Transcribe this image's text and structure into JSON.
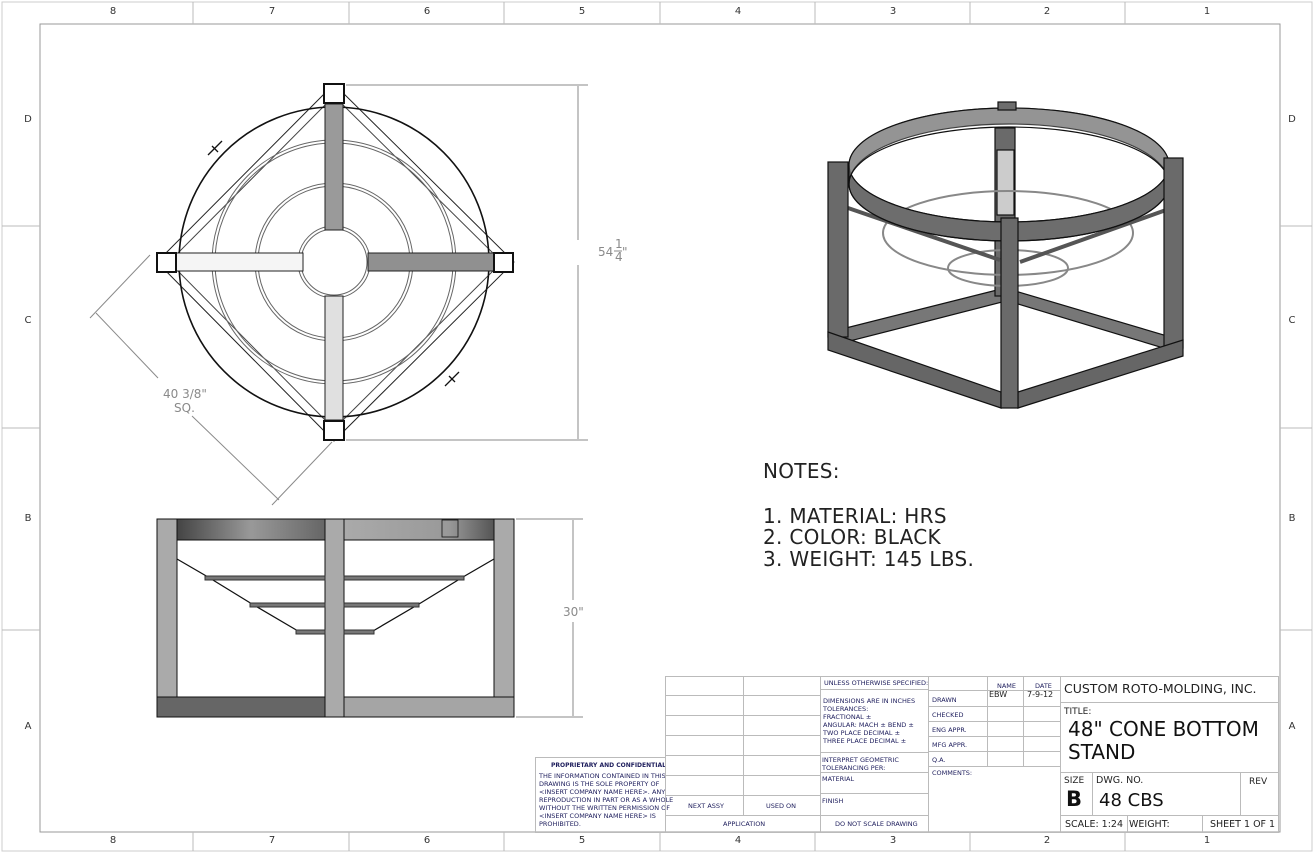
{
  "zones": {
    "columns": [
      "8",
      "7",
      "6",
      "5",
      "4",
      "3",
      "2",
      "1"
    ],
    "rows": [
      "D",
      "C",
      "B",
      "A"
    ]
  },
  "dimensions": {
    "height_top_view_whole": "54",
    "height_top_view_num": "1",
    "height_top_view_den": "4",
    "height_top_view_unit": "\"",
    "square_line1": "40 3/8\"",
    "square_line2": "SQ.",
    "side_height": "30\""
  },
  "notes": {
    "heading": "NOTES:",
    "items": [
      "1.  MATERIAL: HRS",
      "2.  COLOR: BLACK",
      "3.  WEIGHT: 145 LBS."
    ]
  },
  "proprietary": {
    "heading": "PROPRIETARY AND CONFIDENTIAL",
    "lines": [
      "THE INFORMATION CONTAINED IN THIS",
      "DRAWING IS THE SOLE PROPERTY OF",
      "<INSERT COMPANY NAME HERE>.  ANY",
      "REPRODUCTION IN PART OR AS A WHOLE",
      "WITHOUT THE WRITTEN PERMISSION OF",
      "<INSERT COMPANY NAME HERE> IS",
      "PROHIBITED."
    ]
  },
  "title_block": {
    "next_assy": "NEXT ASSY",
    "used_on": "USED ON",
    "application": "APPLICATION",
    "unless": "UNLESS OTHERWISE SPECIFIED:",
    "tol_lines": [
      "DIMENSIONS ARE IN INCHES",
      "TOLERANCES:",
      "FRACTIONAL ±",
      "ANGULAR: MACH ±    BEND ±",
      "TWO PLACE DECIMAL    ±",
      "THREE PLACE DECIMAL  ±"
    ],
    "interpret": [
      "INTERPRET GEOMETRIC",
      "TOLERANCING PER:"
    ],
    "material": "MATERIAL",
    "finish": "FINISH",
    "do_not_scale": "DO NOT SCALE DRAWING",
    "name_header": "NAME",
    "date_header": "DATE",
    "roles": [
      "DRAWN",
      "CHECKED",
      "ENG APPR.",
      "MFG APPR.",
      "Q.A."
    ],
    "drawn_name": "EBW",
    "drawn_date": "7-9-12",
    "comments": "COMMENTS:",
    "company": "CUSTOM ROTO-MOLDING, INC.",
    "title_label": "TITLE:",
    "title_line1": "48\" CONE BOTTOM",
    "title_line2": "STAND",
    "size_label": "SIZE",
    "size": "B",
    "dwg_no_label": "DWG.  NO.",
    "dwg_no": "48 CBS",
    "rev_label": "REV",
    "scale": "SCALE: 1:24",
    "weight": "WEIGHT:",
    "sheet": "SHEET 1 OF 1"
  },
  "colors": {
    "label_text": "#1d1d5c",
    "dimension": "#8a8a8a",
    "frame_dark": "#5f5f5f"
  }
}
